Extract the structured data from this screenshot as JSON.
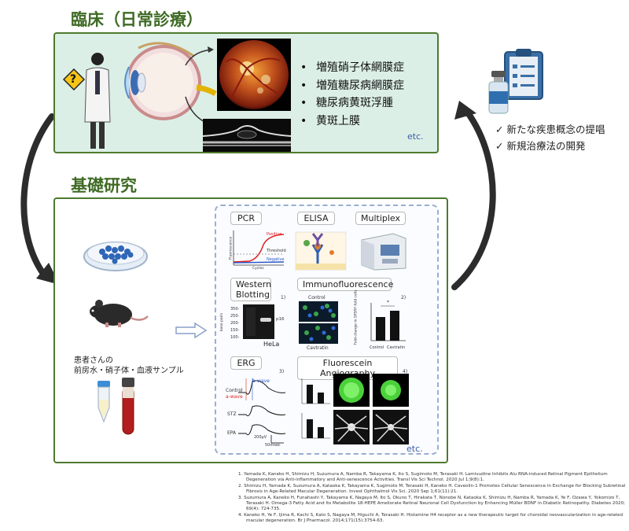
{
  "clinical": {
    "heading": "臨床（日常診療）",
    "question_mark": "?",
    "diseases": [
      "増殖硝子体網膜症",
      "増殖糖尿病網膜症",
      "糖尿病黄斑浮腫",
      "黄斑上膜"
    ],
    "etc": "etc."
  },
  "outcomes": {
    "items": [
      "新たな疾患概念の提唱",
      "新規治療法の開発"
    ],
    "check_mark": "✓"
  },
  "basic": {
    "heading": "基礎研究",
    "samples_label_line1": "患者さんの",
    "samples_label_line2": "前房水・硝子体・血液サンプル",
    "etc": "etc."
  },
  "methods": {
    "pcr": {
      "title": "PCR",
      "positive": "Positive",
      "threshold": "Threshold",
      "negative": "Negative",
      "xlabel": "Cycles",
      "ylabel": "Fluorescence"
    },
    "elisa": {
      "title": "ELISA"
    },
    "multiplex": {
      "title": "Multiplex"
    },
    "western": {
      "title_line1": "Western",
      "title_line2": "Blotting",
      "ref": "1)",
      "kda": [
        "350-",
        "250-",
        "200-",
        "150-",
        "100-"
      ],
      "band": "p16",
      "cell": "HeLa",
      "ylabel": "base pairs"
    },
    "immuno": {
      "title": "Immunofluorescence",
      "ref": "2)",
      "panel_top": "Control",
      "panel_bottom": "Cavtratin",
      "bar_labels": [
        "Control",
        "Cavtratin"
      ],
      "ylabel": "Fold-change in SPSRF-fold cells",
      "sig": "*"
    },
    "erg": {
      "title": "ERG",
      "ref": "3)",
      "labels": [
        "Control",
        "a-wave",
        "b-wave",
        "STZ",
        "EPA"
      ],
      "scale_v": "200μV",
      "scale_t": "50msec"
    },
    "fa": {
      "title": "Fluorescein Angiography",
      "ref": "4)"
    }
  },
  "references": [
    "1.  Yamada K, Kaneko H, Shimizu H, Suzumura A, Namba R, Takayama K, Ito S, Sugimoto M, Terasaki H. Lamivudine Inhibits Alu RNA-induced Retinal Pigment Epithelium Degeneration via Anti-inflammatory and Anti-senescence Activities. Transl Vis Sci Technol. 2020 Jul 1;9(8):1.",
    "2.  Shimizu H, Yamada K, Suzumura A, Kataoka K, Takayama K, Sugimoto M, Terasaki H, Kaneko H. Caveolin-1 Promotes Cellular Senescence in Exchange for Blocking Subretinal Fibrosis in Age-Related Macular Degeneration. Invest Ophthalmol Vis Sci. 2020 Sep 1;61(11):21.",
    "3.  Suzumura A, Kaneko H, Funahashi Y, Takayama K, Nagaya M, Ito S, Okuno T, Hirakata T, Nonobe N, Kataoka K, Shimizu H, Namba R, Yamada K, Ye F, Ozawa Y, Yokomizo T, Terasaki H. Omega-3 Fatty Acid and Its Metabolite 18-HEPE Ameliorate Retinal Neuronal Cell Dysfunction by Enhancing Müller BDNF in Diabetic Retinopathy. Diabetes 2020; 69(4): 724-735.",
    "4.  Kaneko H, Ye F, Ijima R, Kachi S, Kato S, Nagaya M, Higuchi A, Terasaki H. Histamine H4 receptor as a new therapeutic target for choroidal neovascularization in age-related macular degeneration. Br J Pharmacol. 2014;171(15):3754-63."
  ],
  "colors": {
    "accent_green": "#4e7a2f",
    "clinical_bg": "#dcefe7",
    "dashed_blue": "#9aaed2",
    "etc_blue": "#3a5ca8"
  }
}
